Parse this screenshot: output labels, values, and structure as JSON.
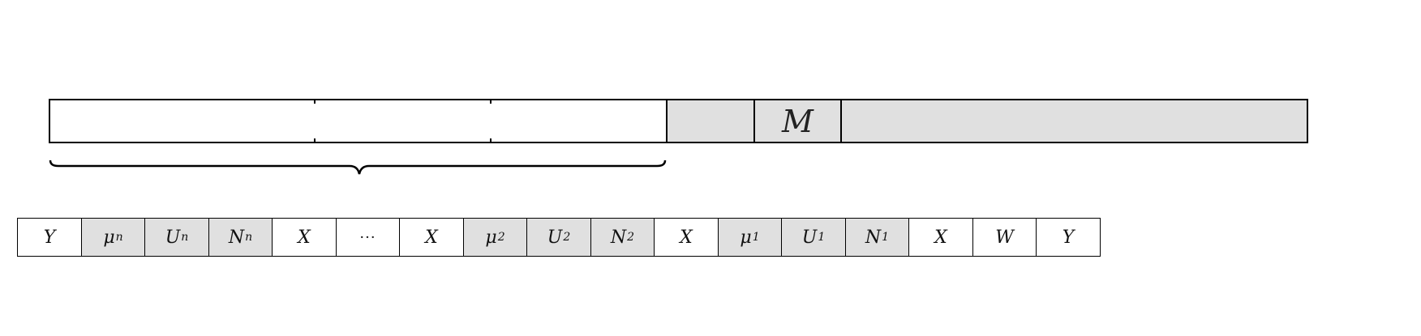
{
  "top_bar": {
    "m_label": "M"
  },
  "cells": [
    {
      "main": "Y",
      "sub": "",
      "shaded": false
    },
    {
      "main": "μ",
      "sub": "n",
      "shaded": true
    },
    {
      "main": "U",
      "sub": "n",
      "shaded": true
    },
    {
      "main": "N",
      "sub": "n",
      "shaded": true
    },
    {
      "main": "X",
      "sub": "",
      "shaded": false
    },
    {
      "main": "···",
      "sub": "",
      "shaded": false,
      "dots": true
    },
    {
      "main": "X",
      "sub": "",
      "shaded": false
    },
    {
      "main": "μ",
      "sub": "2",
      "shaded": true
    },
    {
      "main": "U",
      "sub": "2",
      "shaded": true
    },
    {
      "main": "N",
      "sub": "2",
      "shaded": true
    },
    {
      "main": "X",
      "sub": "",
      "shaded": false
    },
    {
      "main": "μ",
      "sub": "1",
      "shaded": true
    },
    {
      "main": "U",
      "sub": "1",
      "shaded": true
    },
    {
      "main": "N",
      "sub": "1",
      "shaded": true
    },
    {
      "main": "X",
      "sub": "",
      "shaded": false
    },
    {
      "main": "W",
      "sub": "",
      "shaded": false
    },
    {
      "main": "Y",
      "sub": "",
      "shaded": false
    }
  ]
}
